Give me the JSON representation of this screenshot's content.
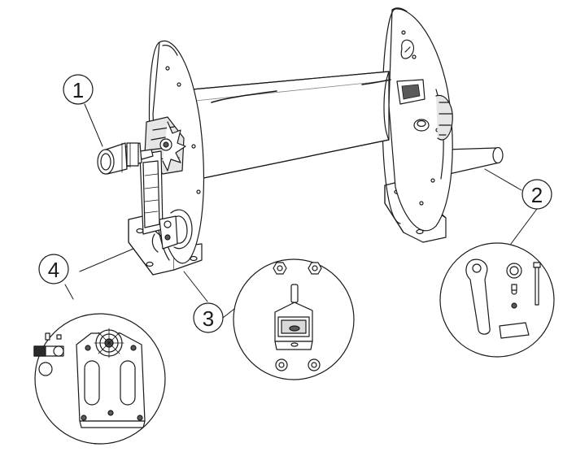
{
  "callouts": [
    {
      "id": "1",
      "label": "1"
    },
    {
      "id": "2",
      "label": "2"
    },
    {
      "id": "3",
      "label": "3"
    },
    {
      "id": "4",
      "label": "4"
    }
  ],
  "colors": {
    "line": "#1a1a1a",
    "fill": "#ffffff",
    "shade": "#d9d9d9",
    "dark": "#5a5a5a"
  }
}
